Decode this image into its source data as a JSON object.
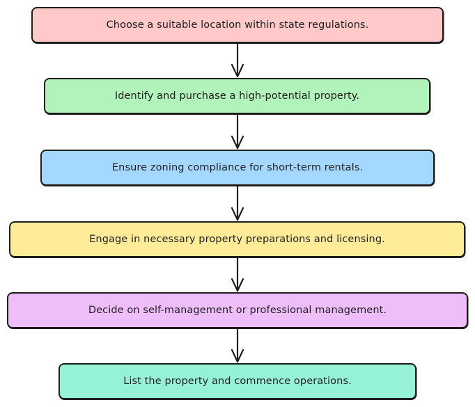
{
  "flowchart": {
    "steps": [
      {
        "label": "Choose a suitable location within state regulations.",
        "color": "#ffc9c9"
      },
      {
        "label": "Identify and purchase a high-potential property.",
        "color": "#b2f2bb"
      },
      {
        "label": "Ensure zoning compliance for short-term rentals.",
        "color": "#a5d8ff"
      },
      {
        "label": "Engage in necessary property preparations and licensing.",
        "color": "#ffec99"
      },
      {
        "label": "Decide on self-management or professional management.",
        "color": "#eebefa"
      },
      {
        "label": "List the property and commence operations.",
        "color": "#96f2d7"
      }
    ],
    "connector_color": "#1e1e1e"
  }
}
